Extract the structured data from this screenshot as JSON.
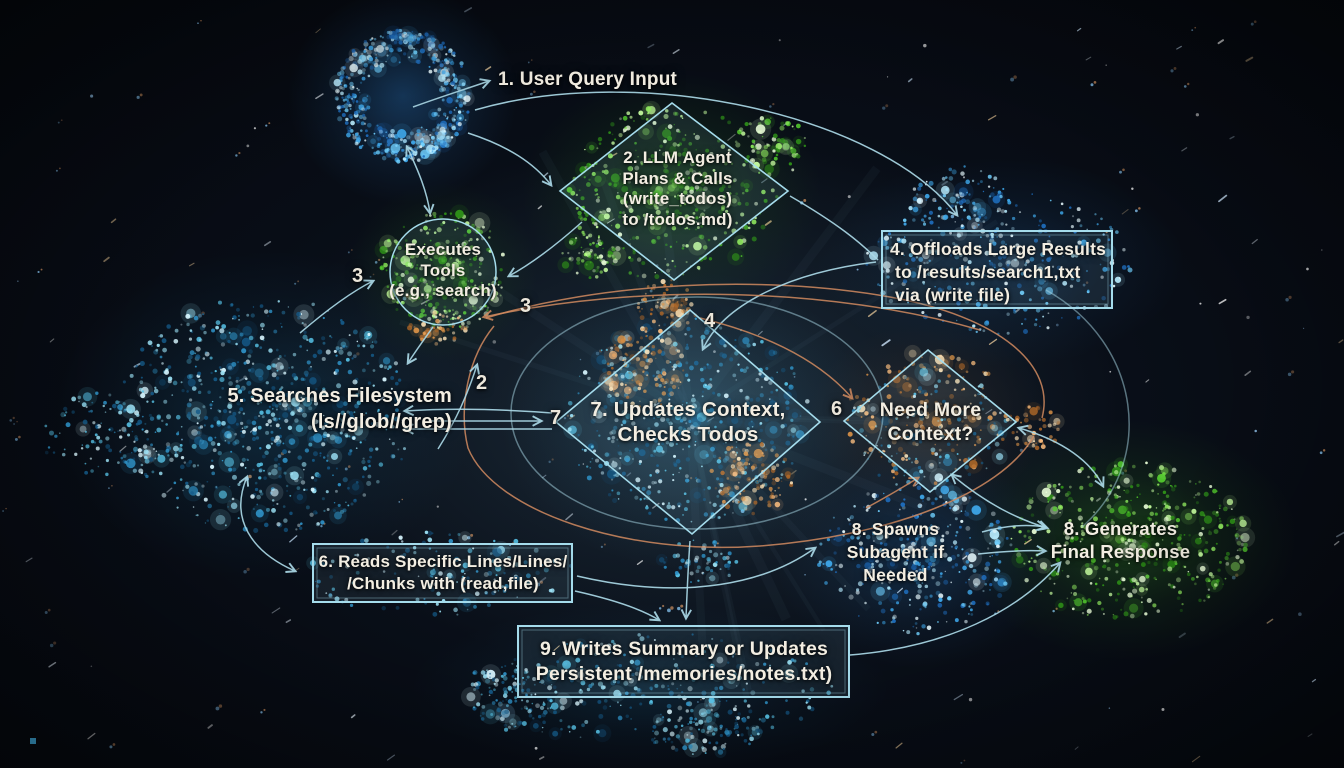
{
  "nodes": {
    "user_query": {
      "label": "1. User Query Input"
    },
    "llm_agent": {
      "lines": [
        "2. LLM Agent",
        "Plans & Calls",
        "(write_todos)",
        "to /todos.md)"
      ]
    },
    "executes_tools": {
      "lines": [
        "Executes",
        "Tools",
        "(e.g., search)"
      ]
    },
    "offloads": {
      "lines": [
        "4. Offloads Large Results",
        " to /results/search1,txt",
        " via (write file)"
      ]
    },
    "searches": {
      "lines": [
        "5. Searches Filesystem",
        "(ls//glob//grep)"
      ]
    },
    "reads": {
      "lines": [
        "6. Reads Specific Lines/Lines/",
        "/Chunks with (read,file)"
      ]
    },
    "updates": {
      "lines": [
        "7. Updates Context,",
        "Checks Todos"
      ]
    },
    "need_more": {
      "lines": [
        "Need More",
        "Context?"
      ]
    },
    "spawns": {
      "lines": [
        "8. Spawns",
        "Subagent if",
        "Needed"
      ]
    },
    "generates": {
      "lines": [
        "8. Generates",
        "Final Response"
      ]
    },
    "writes_summary": {
      "lines": [
        "9. Writes Summary or Updates",
        "Persistent /memories/notes.txt)"
      ]
    }
  },
  "edge_labels": {
    "to_tools_left": "3",
    "to_tools_right": "3",
    "to_searches": "2",
    "to_updates_num": "4",
    "to_need_more": "6",
    "to_updates_left": "7"
  },
  "colors": {
    "arrow_cyan": "#aad8e6",
    "arrow_orange": "#d18a5f",
    "outline_cyan": "#a5dcec",
    "particle_blue": "#45b9f0",
    "particle_green": "#62d83a",
    "particle_orange": "#e89a55",
    "text": "#f3eee2"
  }
}
